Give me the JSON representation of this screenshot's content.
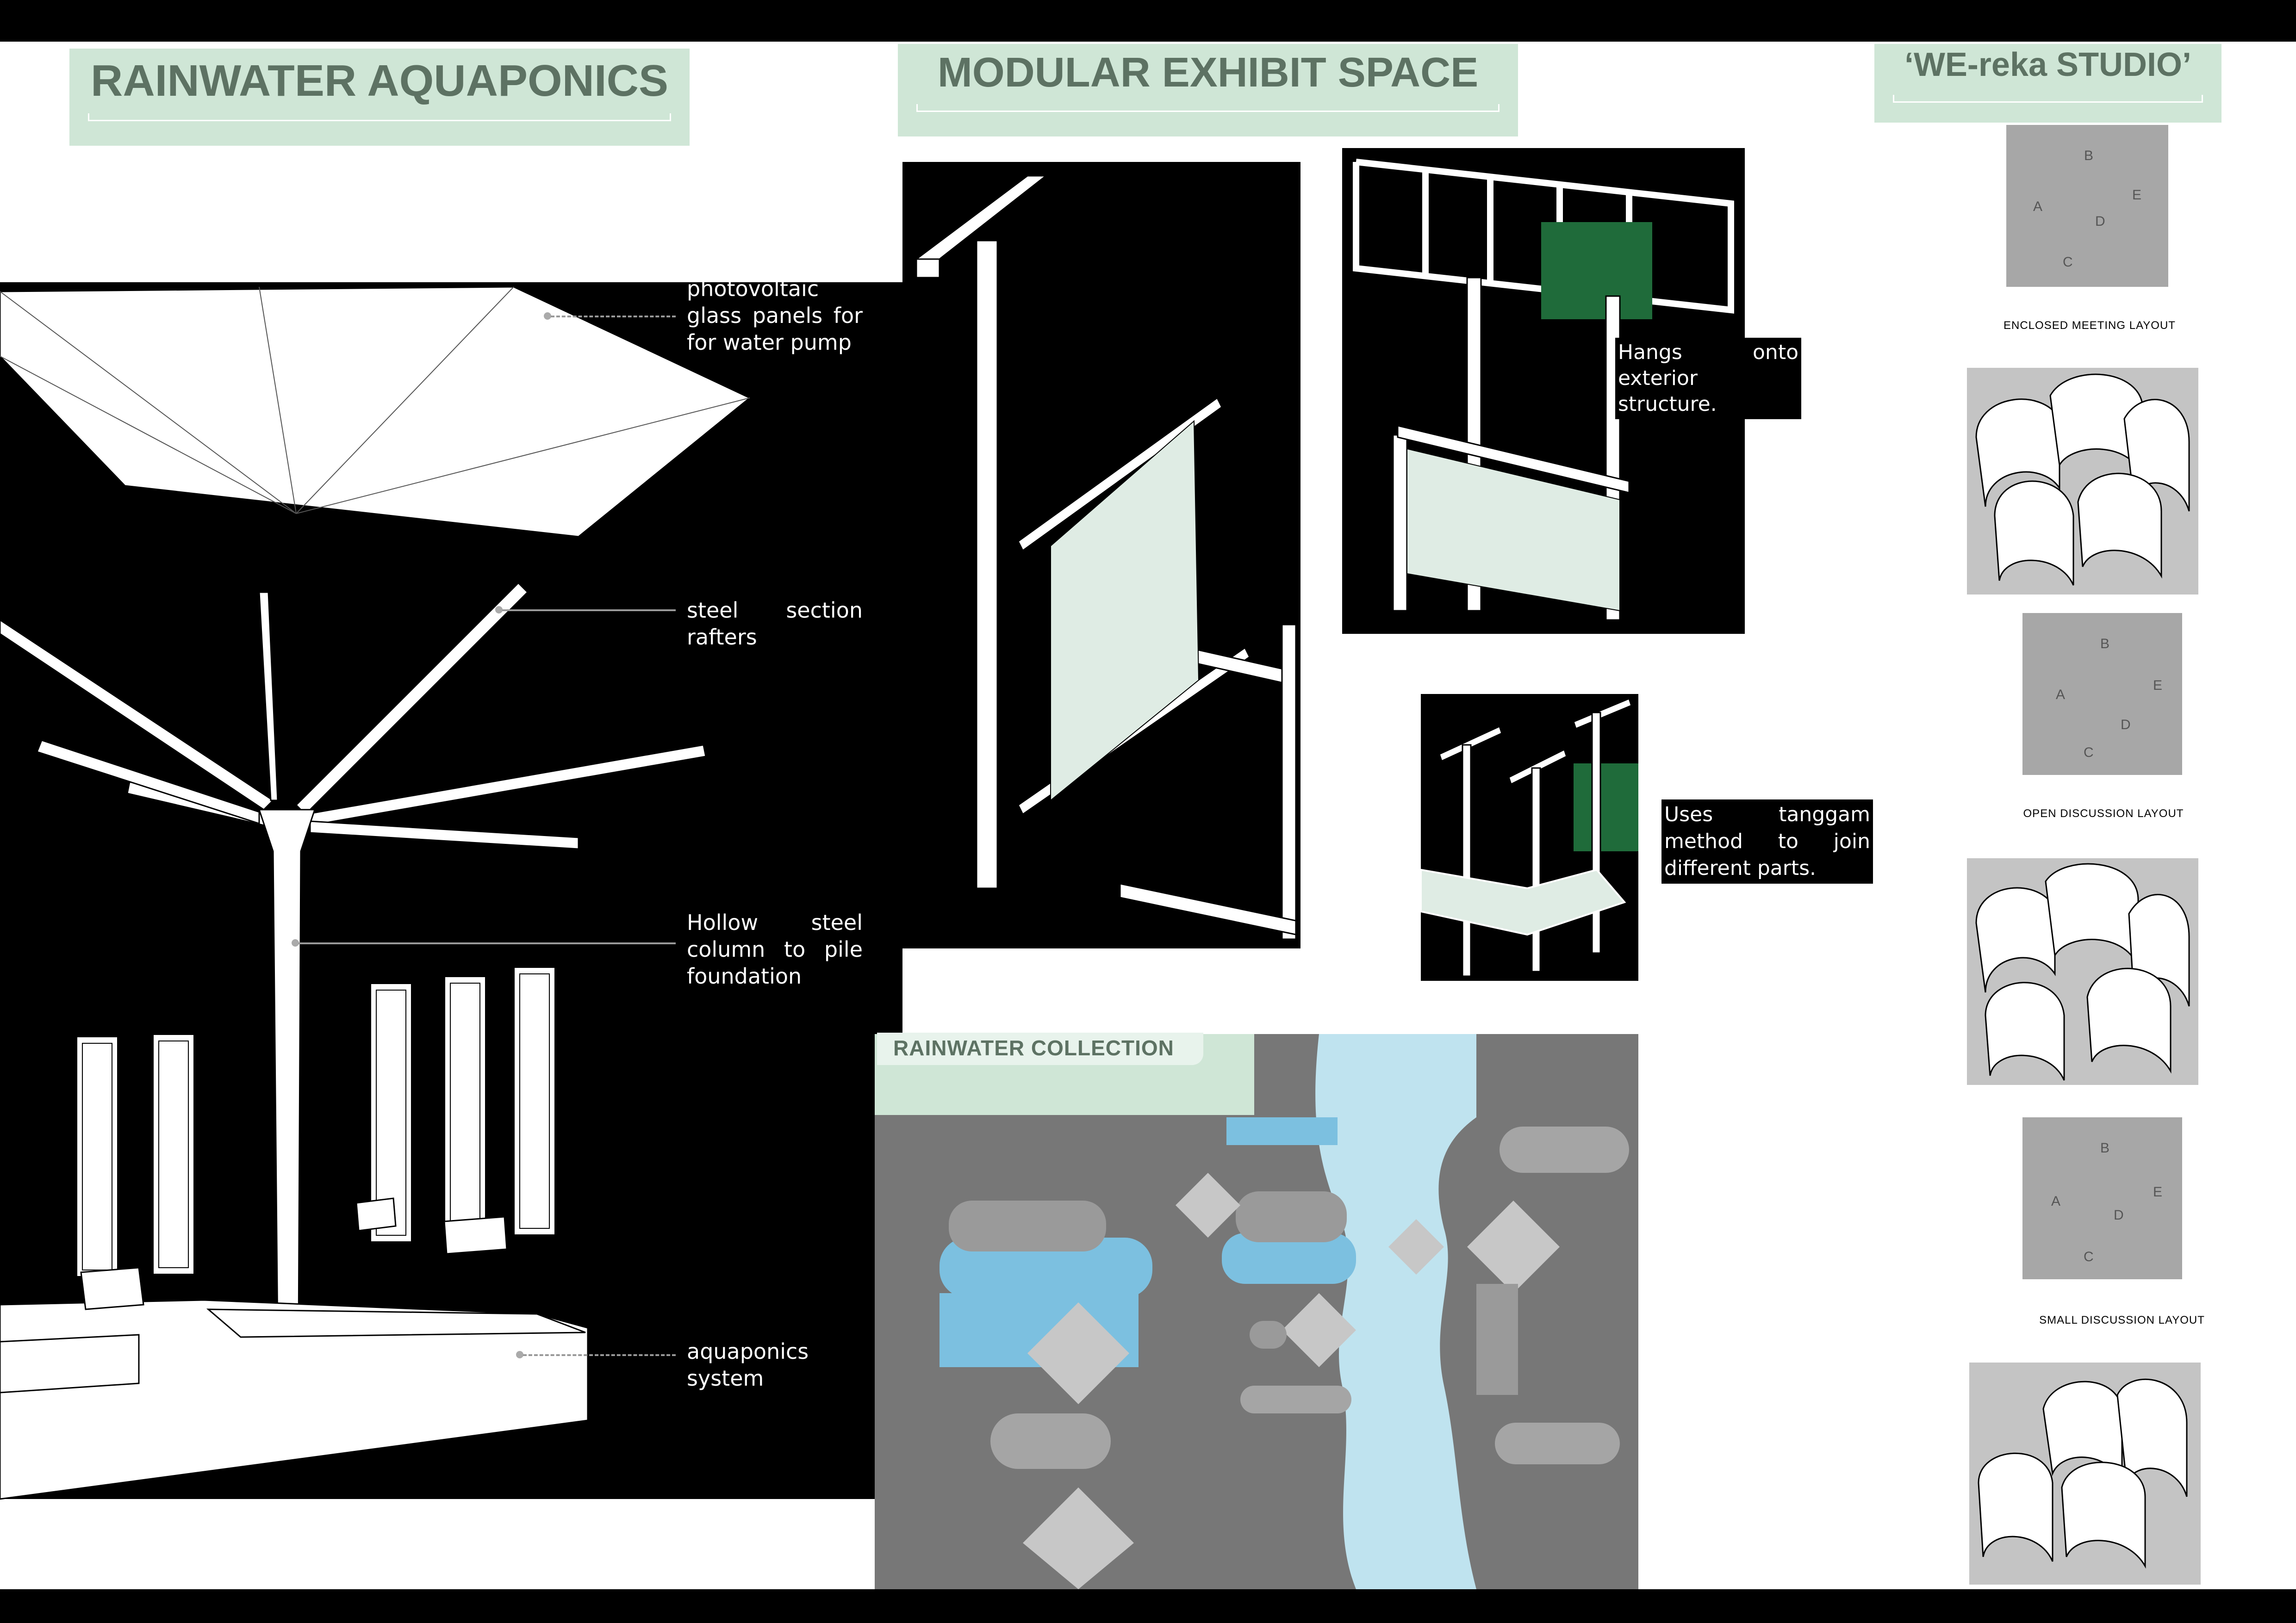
{
  "headings": {
    "left": "RAINWATER AQUAPONICS",
    "middle": "MODULAR EXHIBIT SPACE",
    "right": "‘WE-reka STUDIO’"
  },
  "aquaponics_labels": {
    "pv": "photovoltaic glass panels for for water pump",
    "rafters": "steel section rafters",
    "column": "Hollow steel column to pile foundation",
    "system": "aquaponics system"
  },
  "exhibit_labels": {
    "hangs": "Hangs onto exterior structure.",
    "tanggam": "Uses tanggam method to join different parts."
  },
  "rainwater": {
    "title": "RAINWATER COLLECTION"
  },
  "studio": {
    "plan_letters": [
      "B",
      "A",
      "E",
      "D",
      "C"
    ],
    "layouts": [
      "ENCLOSED MEETING LAYOUT",
      "OPEN DISCUSSION LAYOUT",
      "SMALL DISCUSSION LAYOUT"
    ]
  },
  "colors": {
    "title_tab": "#cfe6d6",
    "title_text": "#5d7263",
    "accent_green": "#1f6b3a",
    "water_blue": "#7cc0e0",
    "light_blue": "#bfe3ef",
    "panel_glass": "#dfece4"
  }
}
